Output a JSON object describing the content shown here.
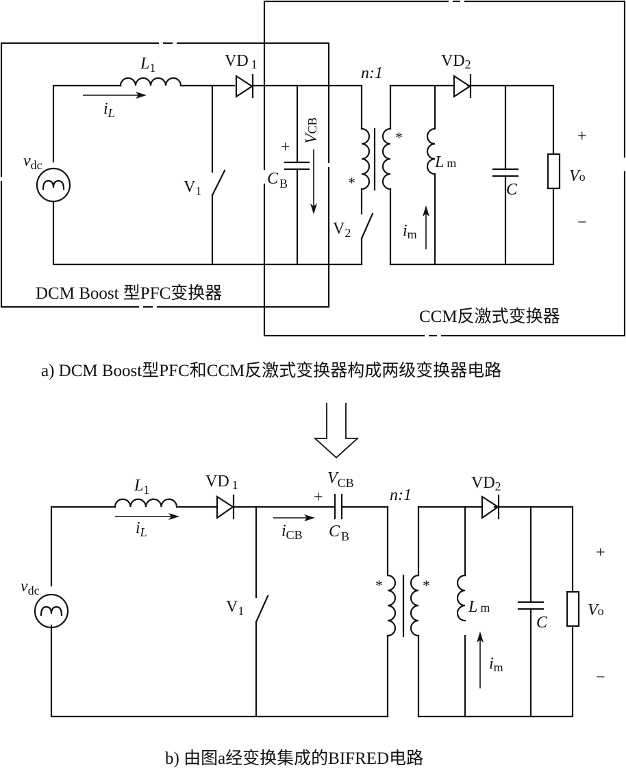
{
  "figure_a": {
    "caption": "a) DCM Boost型PFC和CCM反激式变换器构成两级变换器电路",
    "box_left_label": "DCM Boost 型PFC变换器",
    "box_right_label": "CCM反激式变换器",
    "labels": {
      "source": "v",
      "source_sub": "dc",
      "inductor": "L",
      "inductor_sub": "1",
      "diode1": "VD",
      "diode1_sub": "1",
      "current_iL": "i",
      "current_iL_sub": "L",
      "switch1": "V",
      "switch1_sub": "1",
      "cap_cb": "C",
      "cap_cb_sub": "B",
      "cap_cb_plus": "+",
      "vcb": "V",
      "vcb_sub": "CB",
      "ratio": "n:1",
      "switch2": "V",
      "switch2_sub": "2",
      "dot": "*",
      "diode2": "VD",
      "diode2_sub": "2",
      "lm": "L",
      "lm_sub": "m",
      "im": "i",
      "im_sub": "m",
      "cap_c": "C",
      "vo": "V",
      "vo_sub": "o",
      "plus": "+",
      "minus": "−"
    }
  },
  "figure_b": {
    "caption": "b) 由图a经变换集成的BIFRED电路",
    "labels": {
      "source": "v",
      "source_sub": "dc",
      "inductor": "L",
      "inductor_sub": "1",
      "diode1": "VD",
      "diode1_sub": "1",
      "current_iL": "i",
      "current_iL_sub": "L",
      "switch1": "V",
      "switch1_sub": "1",
      "icb": "i",
      "icb_sub": "CB",
      "vcb": "V",
      "vcb_sub": "CB",
      "cap_cb": "C",
      "cap_cb_sub": "B",
      "cap_cb_plus": "+",
      "ratio": "n:1",
      "dot": "*",
      "diode2": "VD",
      "diode2_sub": "2",
      "lm": "L",
      "lm_sub": "m",
      "im": "i",
      "im_sub": "m",
      "cap_c": "C",
      "vo": "V",
      "vo_sub": "o",
      "plus": "+",
      "minus": "−"
    }
  },
  "transform_arrow": "down-hollow-arrow"
}
